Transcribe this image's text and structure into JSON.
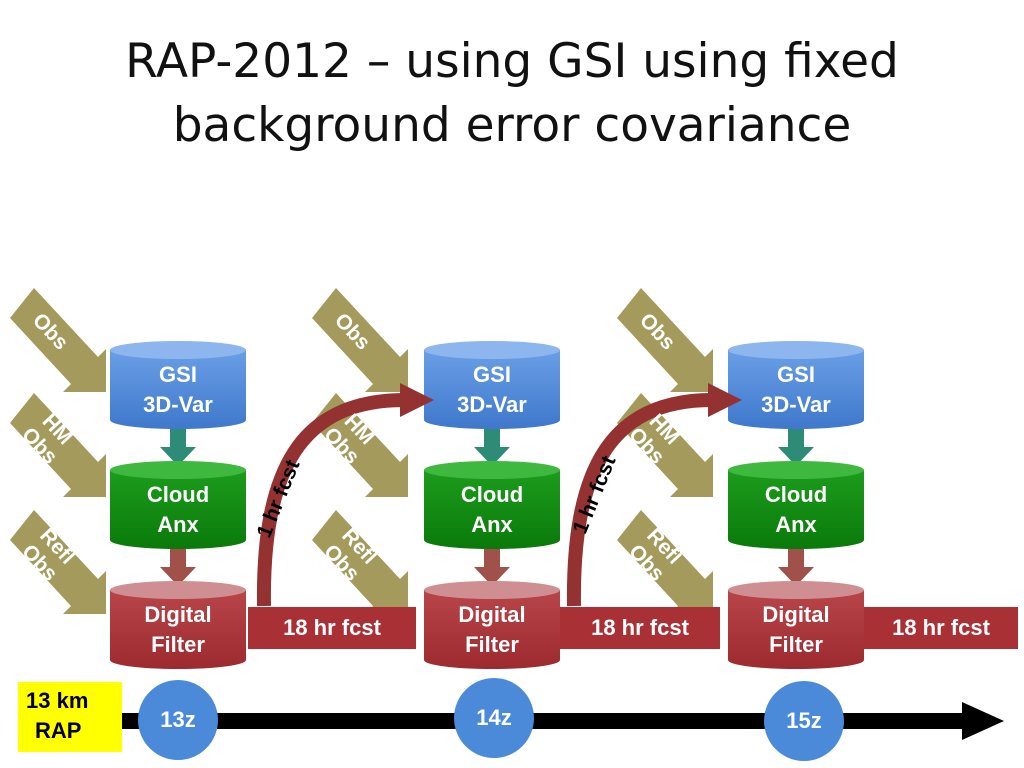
{
  "title": {
    "line1": "RAP-2012 – using GSI using fixed",
    "line2": "background error covariance"
  },
  "cycles": [
    {
      "gsi": [
        "GSI",
        "3D-Var"
      ],
      "cloud": [
        "Cloud",
        "Anx"
      ],
      "filter": [
        "Digital",
        "Filter"
      ],
      "forecast": "18 hr fcst",
      "time": "13z"
    },
    {
      "gsi": [
        "GSI",
        "3D-Var"
      ],
      "cloud": [
        "Cloud",
        "Anx"
      ],
      "filter": [
        "Digital",
        "Filter"
      ],
      "forecast": "18 hr fcst",
      "time": "14z"
    },
    {
      "gsi": [
        "GSI",
        "3D-Var"
      ],
      "cloud": [
        "Cloud",
        "Anx"
      ],
      "filter": [
        "Digital",
        "Filter"
      ],
      "forecast": "18 hr fcst",
      "time": "15z"
    }
  ],
  "obs_inputs": [
    [
      "Obs"
    ],
    [
      "HM",
      "Obs"
    ],
    [
      "Refl",
      "Obs"
    ]
  ],
  "cycle_link_label": "1 hr fcst",
  "model_label": [
    "13 km",
    "RAP"
  ],
  "colors": {
    "gsi": "#4f87d8",
    "cloud": "#118a11",
    "filter": "#a93034",
    "obs_arrow": "#a39a5c",
    "link_arrow": "#943232",
    "down_arrow": "#2e8b78",
    "time_circle": "#4a8ad8",
    "model_box": "#ffff00"
  }
}
